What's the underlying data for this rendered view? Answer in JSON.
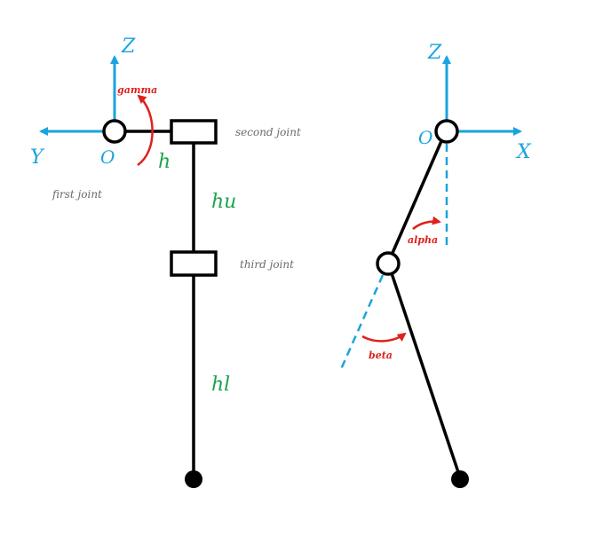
{
  "left_view": {
    "axis_z": "Z",
    "axis_y": "Y",
    "origin": "O",
    "angle_gamma": "gamma",
    "len_h": "h",
    "len_hu": "hu",
    "len_hl": "hl",
    "first_joint": "first joint",
    "second_joint": "second joint",
    "third_joint": "third joint"
  },
  "right_view": {
    "axis_z": "Z",
    "axis_x": "X",
    "origin": "O",
    "angle_alpha": "alpha",
    "angle_beta": "beta"
  },
  "colors": {
    "axis": "#1aa3df",
    "angle": "#e0201b",
    "length": "#1ba34e",
    "link": "#000000",
    "note": "#6a6a6a"
  }
}
